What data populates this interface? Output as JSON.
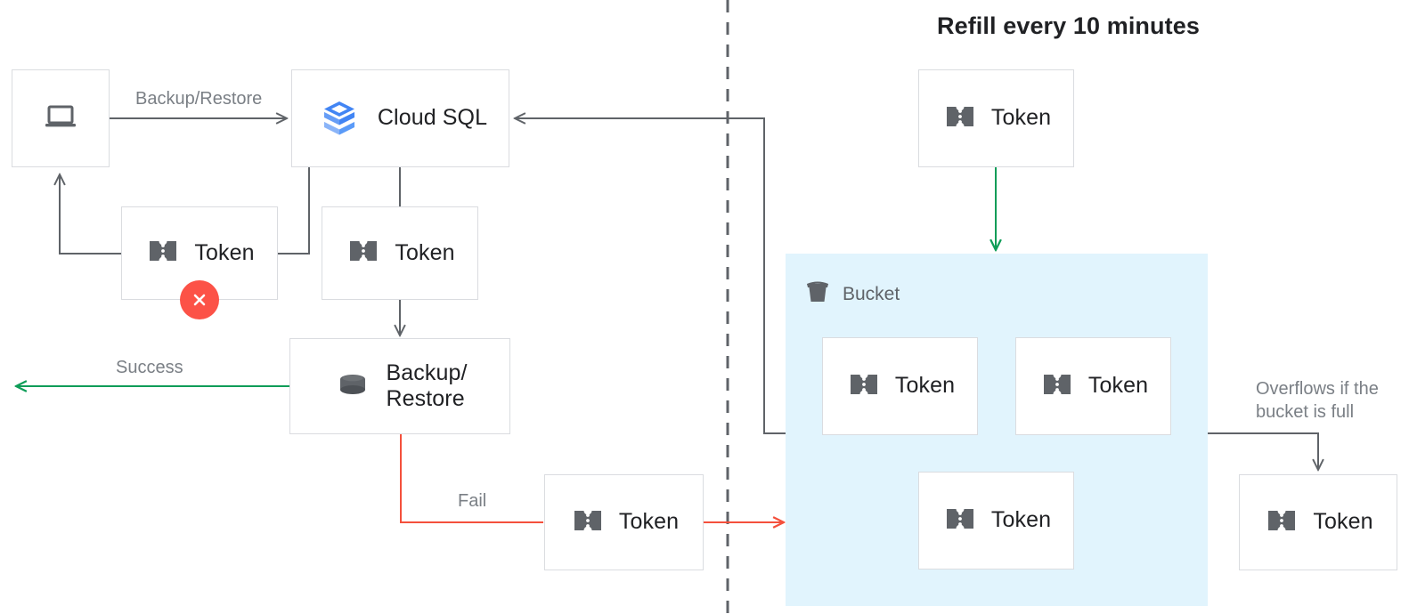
{
  "diagram": {
    "title": "Refill every 10 minutes",
    "colors": {
      "arrow_default": "#5f6368",
      "arrow_success": "#0f9d58",
      "arrow_fail": "#f4503c",
      "bucket_fill": "#e1f4fd",
      "node_border": "#dadce0",
      "icon_gray": "#5f6368",
      "error_red": "#fc5247",
      "text_dark": "#202124",
      "text_muted": "#7a7f85"
    },
    "nodes": {
      "client": {
        "label": "",
        "icon": "laptop-icon"
      },
      "cloud_sql": {
        "label": "Cloud SQL",
        "icon": "cloud-sql-icon"
      },
      "token_failed": {
        "label": "Token",
        "icon": "token-icon",
        "status": "error"
      },
      "token_consumed": {
        "label": "Token",
        "icon": "token-icon"
      },
      "backup_restore": {
        "label": "Backup/\nRestore",
        "icon": "database-icon"
      },
      "token_fail_return": {
        "label": "Token",
        "icon": "token-icon"
      },
      "token_refill": {
        "label": "Token",
        "icon": "token-icon"
      },
      "token_bucket_1": {
        "label": "Token",
        "icon": "token-icon"
      },
      "token_bucket_2": {
        "label": "Token",
        "icon": "token-icon"
      },
      "token_bucket_3": {
        "label": "Token",
        "icon": "token-icon"
      },
      "token_overflow": {
        "label": "Token",
        "icon": "token-icon"
      }
    },
    "bucket": {
      "label": "Bucket",
      "icon": "bucket-icon"
    },
    "edge_labels": {
      "backup_restore": "Backup/Restore",
      "success": "Success",
      "fail": "Fail",
      "overflow": "Overflows if the\nbucket is full"
    }
  }
}
